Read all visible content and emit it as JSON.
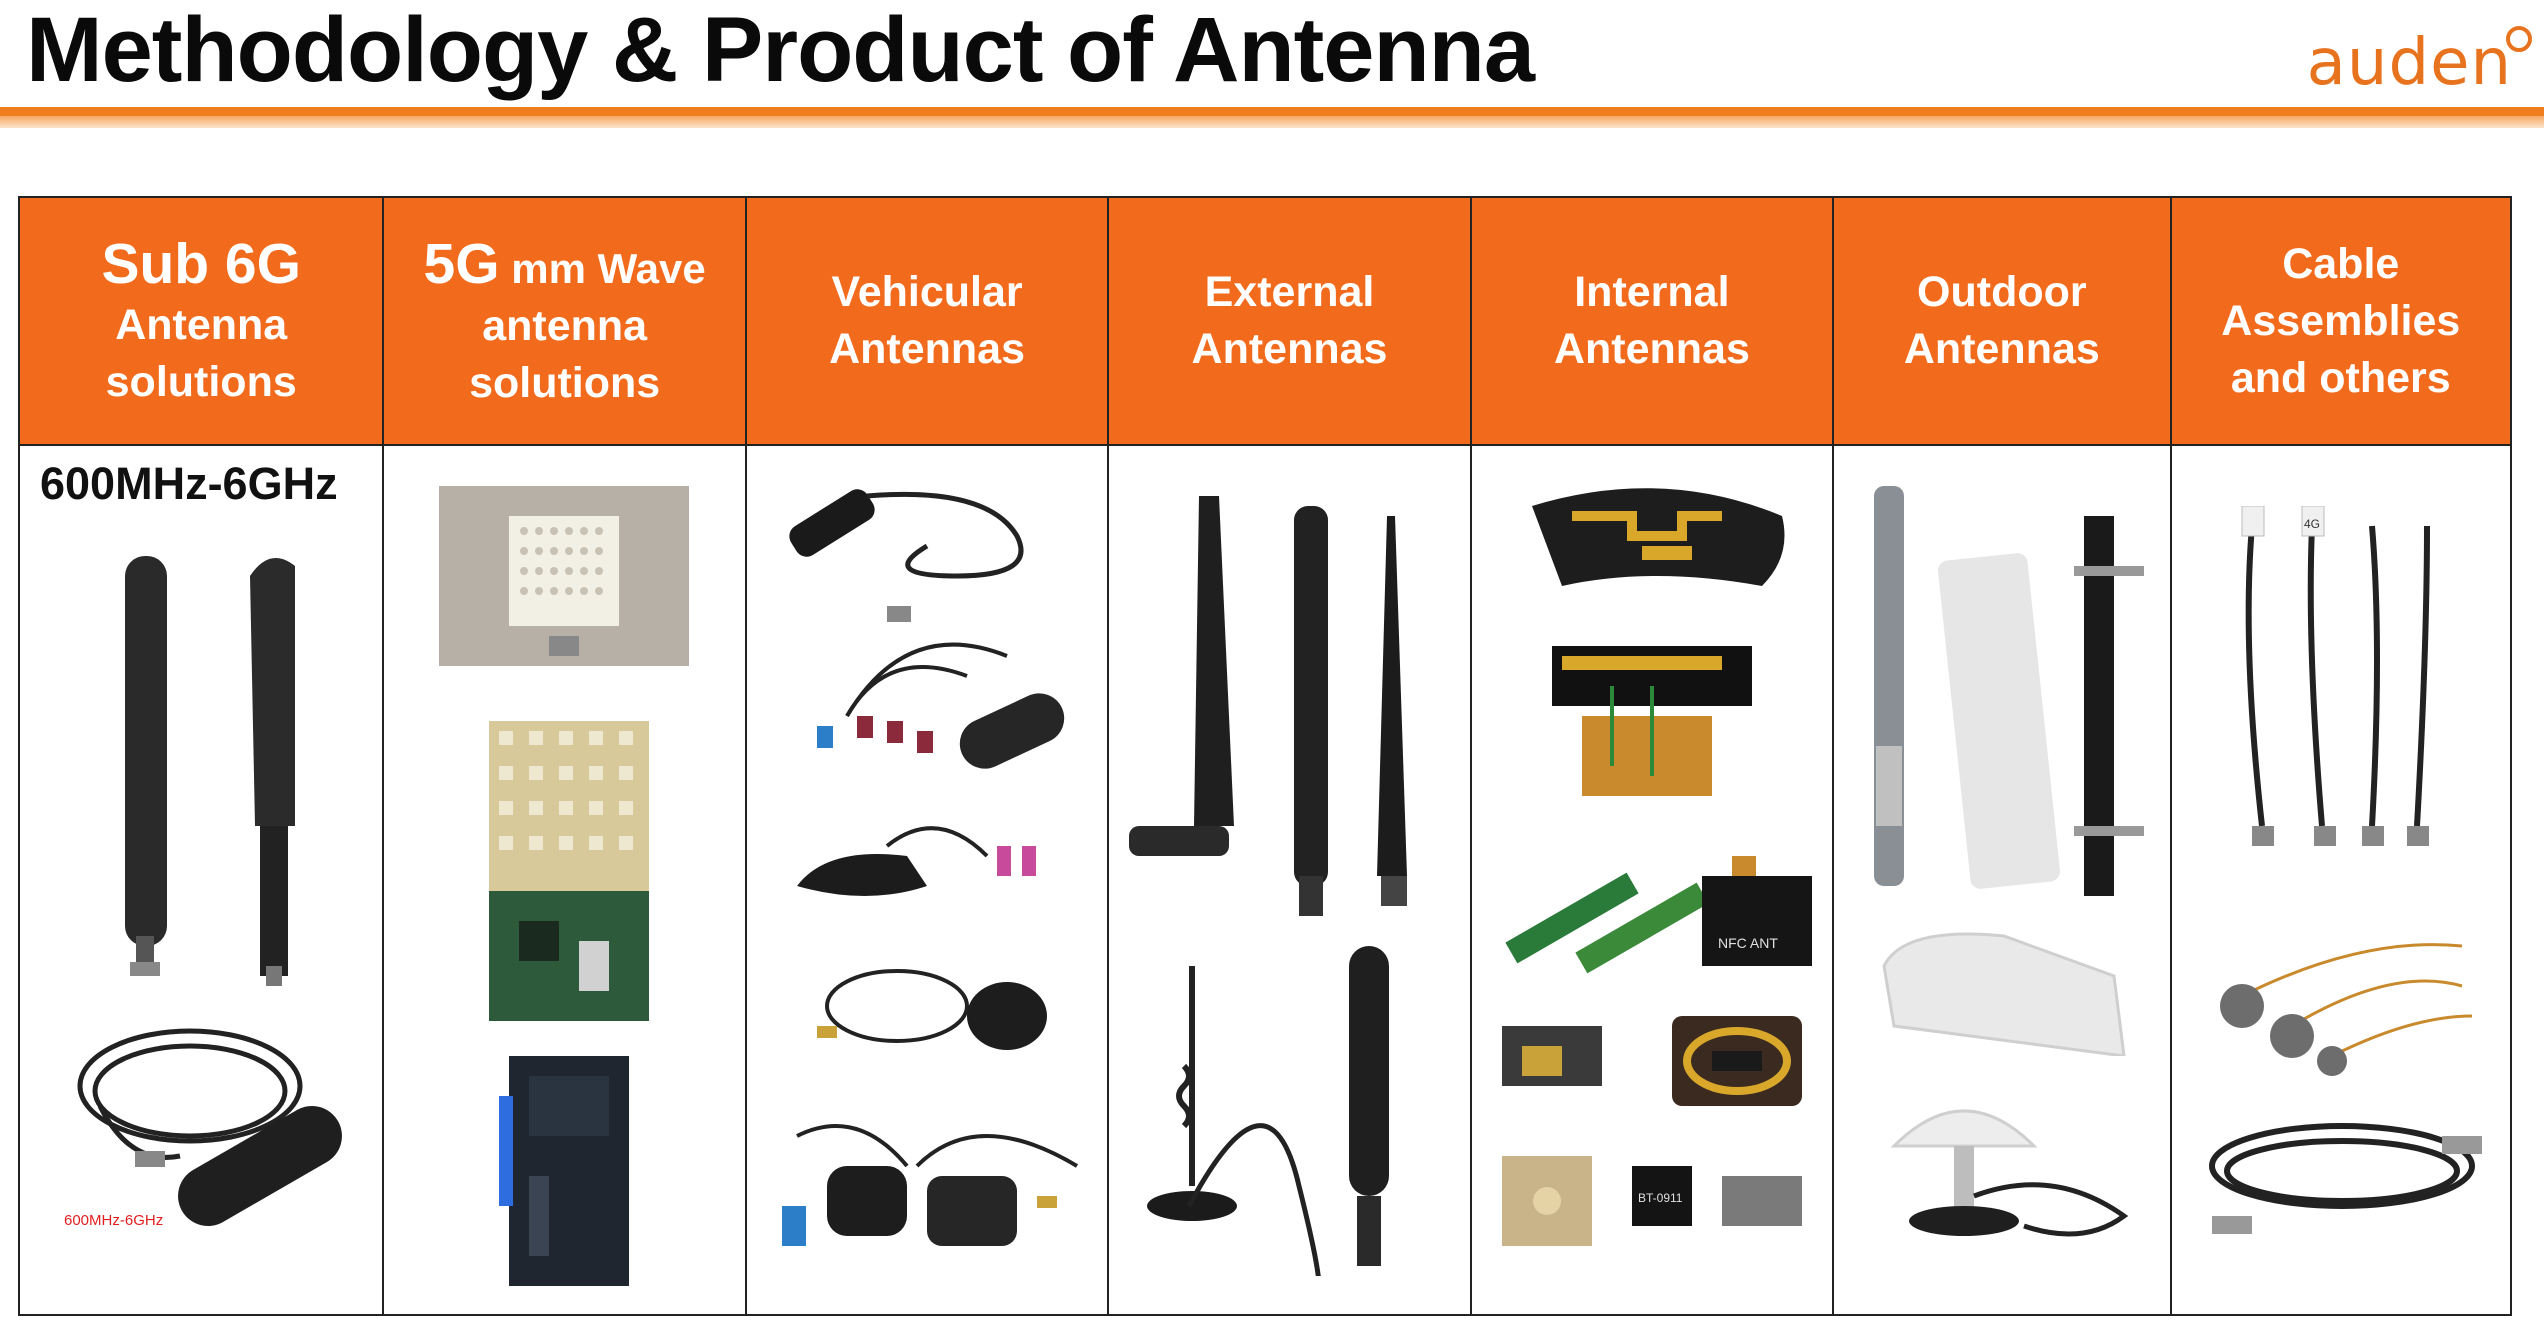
{
  "slide": {
    "title": "Methodology & Product of Antenna",
    "brand": "auden",
    "accent": "#f26a1b"
  },
  "columns": [
    {
      "line1": "Sub 6G",
      "line2": "Antenna",
      "line3": "solutions"
    },
    {
      "line1a": "5G",
      "line1b": " mm Wave",
      "line2": "antenna",
      "line3": "solutions"
    },
    {
      "line1": "Vehicular",
      "line2": "Antennas"
    },
    {
      "line1": "External",
      "line2": "Antennas"
    },
    {
      "line1": "Internal",
      "line2": "Antennas"
    },
    {
      "line1": "Outdoor",
      "line2": "Antennas"
    },
    {
      "line1": "Cable",
      "line2": "Assemblies",
      "line3": "and others"
    }
  ],
  "sub6g": {
    "frequency_range": "600MHz-6GHz",
    "product_caption": "600MHz-6GHz"
  },
  "internal": {
    "nfc_label": "NFC ANT",
    "chip_label": "BT-0911"
  },
  "cables": {
    "tag_label": "4G"
  },
  "icons": [
    "dipole-antenna-icon",
    "mmwave-module-icon",
    "vehicle-antenna-icon",
    "whip-antenna-icon",
    "pcb-antenna-icon",
    "omni-antenna-icon",
    "rf-cable-icon"
  ]
}
